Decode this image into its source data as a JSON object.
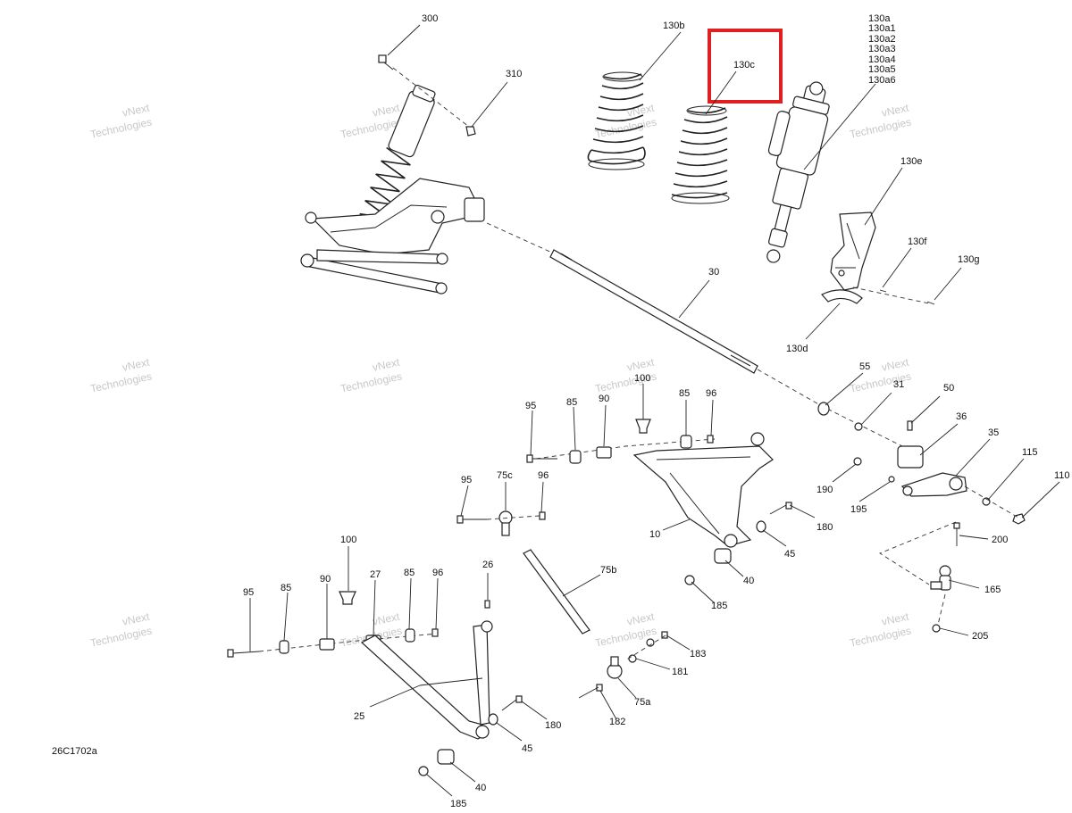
{
  "diagram": {
    "code": "26C1702a",
    "highlight_color": "#e02020",
    "highlighted_part": "130c",
    "watermark": {
      "line1": "vNext",
      "line2": "Technologies"
    },
    "labels": {
      "l300": "300",
      "l310": "310",
      "l130b": "130b",
      "l130c": "130c",
      "l130a": "130a",
      "l130a1": "130a1",
      "l130a2": "130a2",
      "l130a3": "130a3",
      "l130a4": "130a4",
      "l130a5": "130a5",
      "l130a6": "130a6",
      "l130e": "130e",
      "l130f": "130f",
      "l130g": "130g",
      "l130d": "130d",
      "l30": "30",
      "l55": "55",
      "l31": "31",
      "l50": "50",
      "l36": "36",
      "l35": "35",
      "l115": "115",
      "l110": "110",
      "l190": "190",
      "l195": "195",
      "l200": "200",
      "l165": "165",
      "l205": "205",
      "l95a": "95",
      "l85a": "85",
      "l90a": "90",
      "l100a": "100",
      "l85b": "85",
      "l96a": "96",
      "l95b": "95",
      "l75c": "75c",
      "l96b": "96",
      "l10": "10",
      "l180a": "180",
      "l45a": "45",
      "l40a": "40",
      "l185a": "185",
      "l75b": "75b",
      "l183": "183",
      "l181": "181",
      "l75a": "75a",
      "l182": "182",
      "l100b": "100",
      "l95c": "95",
      "l85c": "85",
      "l90b": "90",
      "l27": "27",
      "l85d": "85",
      "l96c": "96",
      "l26": "26",
      "l25": "25",
      "l180b": "180",
      "l45b": "45",
      "l40b": "40",
      "l185b": "185"
    }
  }
}
